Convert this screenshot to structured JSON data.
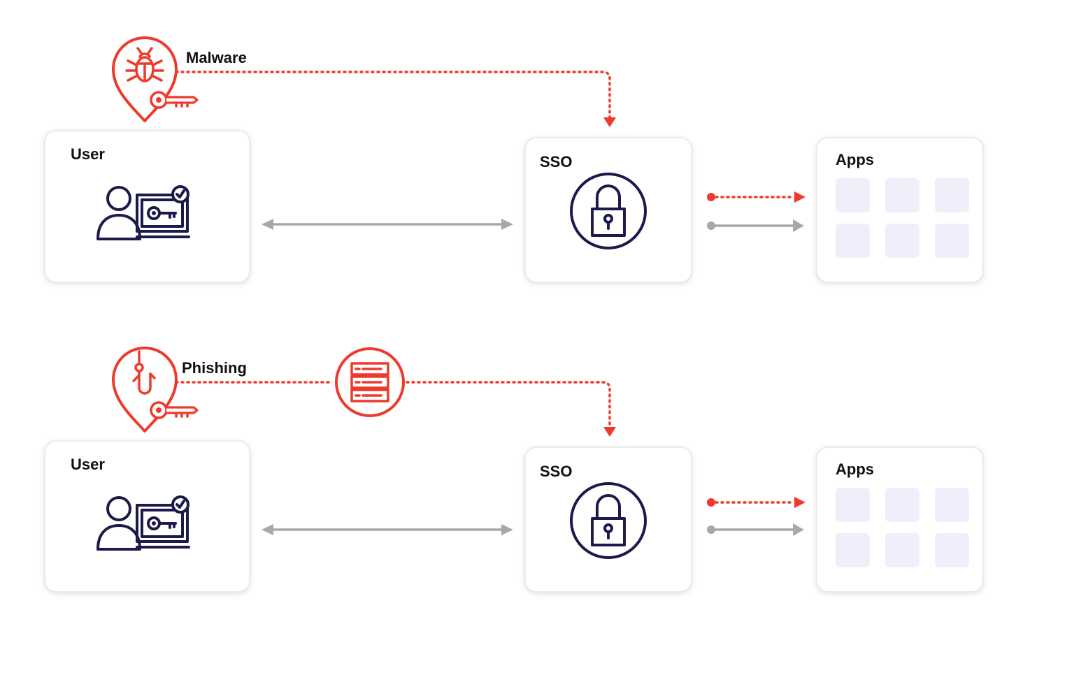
{
  "colors": {
    "accent_red": "#ee3a2c",
    "icon_navy": "#1c1a4a",
    "connector_grey": "#a8a8a8",
    "app_tile": "#efeffb"
  },
  "scenarios": [
    {
      "threat_label": "Malware",
      "threat_icon": "bug-key-pin-icon",
      "user_title": "User",
      "sso_title": "SSO",
      "apps_title": "Apps"
    },
    {
      "threat_label": "Phishing",
      "threat_icon": "fishhook-key-pin-icon",
      "relay_icon": "server-icon",
      "user_title": "User",
      "sso_title": "SSO",
      "apps_title": "Apps"
    }
  ]
}
